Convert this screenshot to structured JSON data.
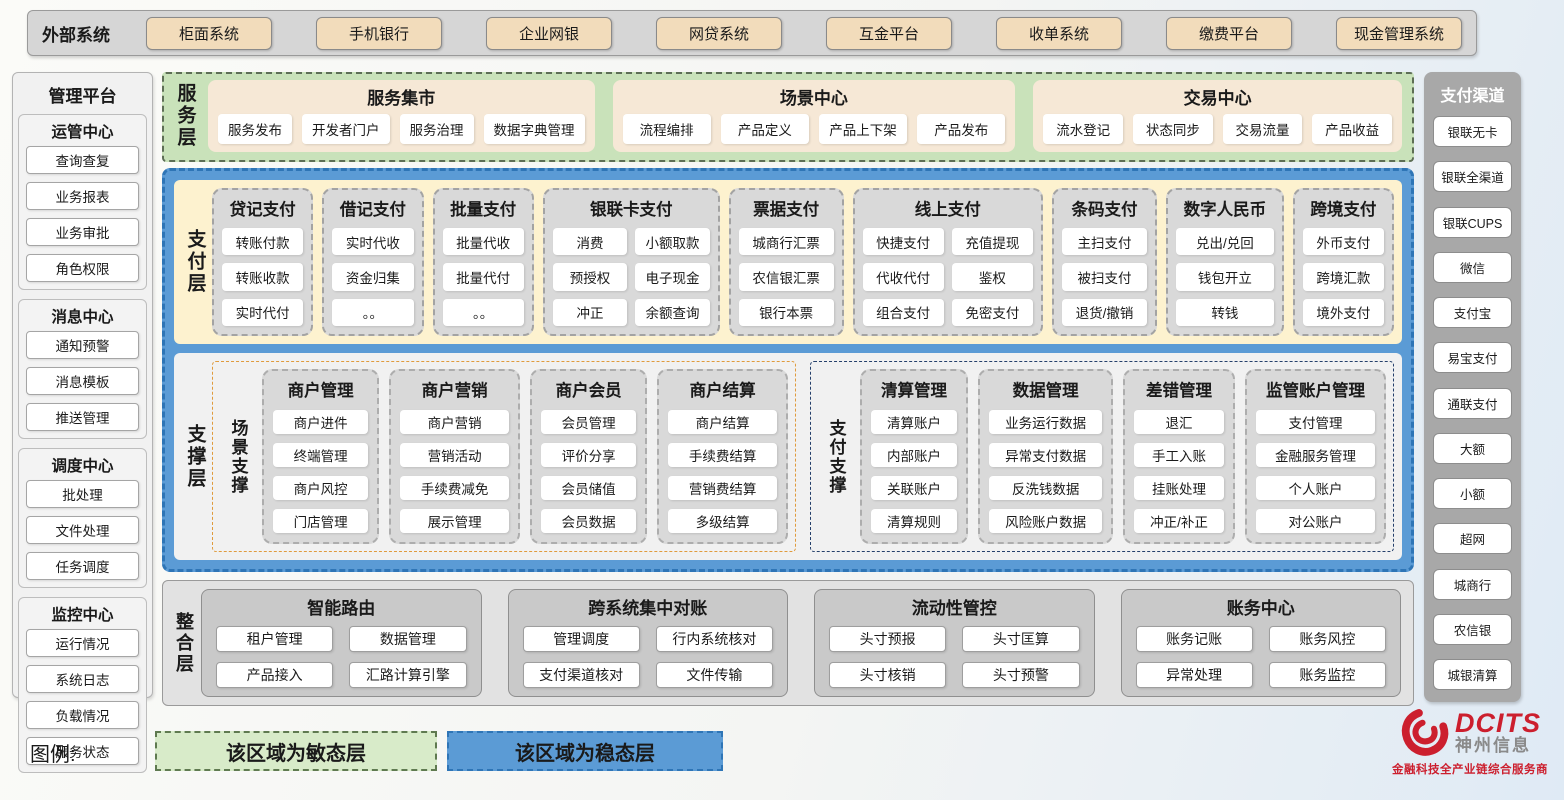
{
  "external_systems": {
    "label": "外部系统",
    "items": [
      "柜面系统",
      "手机银行",
      "企业网银",
      "网贷系统",
      "互金平台",
      "收单系统",
      "缴费平台",
      "现金管理系统"
    ]
  },
  "management_platform": {
    "title": "管理平台",
    "groups": [
      {
        "title": "运管中心",
        "items": [
          "查询查复",
          "业务报表",
          "业务审批",
          "角色权限"
        ]
      },
      {
        "title": "消息中心",
        "items": [
          "通知预警",
          "消息模板",
          "推送管理"
        ]
      },
      {
        "title": "调度中心",
        "items": [
          "批处理",
          "文件处理",
          "任务调度"
        ]
      },
      {
        "title": "监控中心",
        "items": [
          "运行情况",
          "系统日志",
          "负载情况",
          "服务状态"
        ]
      }
    ]
  },
  "service_layer": {
    "label": "服务层",
    "boxes": [
      {
        "title": "服务集市",
        "items": [
          "服务发布",
          "开发者门户",
          "服务治理",
          "数据字典管理"
        ]
      },
      {
        "title": "场景中心",
        "items": [
          "流程编排",
          "产品定义",
          "产品上下架",
          "产品发布"
        ]
      },
      {
        "title": "交易中心",
        "items": [
          "流水登记",
          "状态同步",
          "交易流量",
          "产品收益"
        ]
      }
    ]
  },
  "payment_layer": {
    "label": "支付层",
    "columns": [
      {
        "title": "贷记支付",
        "rows": [
          [
            "转账付款"
          ],
          [
            "转账收款"
          ],
          [
            "实时代付"
          ]
        ]
      },
      {
        "title": "借记支付",
        "rows": [
          [
            "实时代收"
          ],
          [
            "资金归集"
          ],
          [
            "。。"
          ]
        ]
      },
      {
        "title": "批量支付",
        "rows": [
          [
            "批量代收"
          ],
          [
            "批量代付"
          ],
          [
            "。。"
          ]
        ]
      },
      {
        "title": "银联卡支付",
        "rows": [
          [
            "消费",
            "小额取款"
          ],
          [
            "预授权",
            "电子现金"
          ],
          [
            "冲正",
            "余额查询"
          ]
        ]
      },
      {
        "title": "票据支付",
        "rows": [
          [
            "城商行汇票"
          ],
          [
            "农信银汇票"
          ],
          [
            "银行本票"
          ]
        ]
      },
      {
        "title": "线上支付",
        "rows": [
          [
            "快捷支付",
            "充值提现"
          ],
          [
            "代收代付",
            "鉴权"
          ],
          [
            "组合支付",
            "免密支付"
          ]
        ]
      },
      {
        "title": "条码支付",
        "rows": [
          [
            "主扫支付"
          ],
          [
            "被扫支付"
          ],
          [
            "退货/撤销"
          ]
        ]
      },
      {
        "title": "数字人民币",
        "rows": [
          [
            "兑出/兑回"
          ],
          [
            "钱包开立"
          ],
          [
            "转钱"
          ]
        ]
      },
      {
        "title": "跨境支付",
        "rows": [
          [
            "外币支付"
          ],
          [
            "跨境汇款"
          ],
          [
            "境外支付"
          ]
        ]
      }
    ]
  },
  "support_layer": {
    "label": "支撑层",
    "sections": [
      {
        "title": "场景支撑",
        "style": "scene",
        "columns": [
          {
            "title": "商户管理",
            "rows": [
              [
                "商户进件"
              ],
              [
                "终端管理"
              ],
              [
                "商户风控"
              ],
              [
                "门店管理"
              ]
            ]
          },
          {
            "title": "商户营销",
            "rows": [
              [
                "商户营销"
              ],
              [
                "营销活动"
              ],
              [
                "手续费减免"
              ],
              [
                "展示管理"
              ]
            ]
          },
          {
            "title": "商户会员",
            "rows": [
              [
                "会员管理"
              ],
              [
                "评价分享"
              ],
              [
                "会员储值"
              ],
              [
                "会员数据"
              ]
            ]
          },
          {
            "title": "商户结算",
            "rows": [
              [
                "商户结算"
              ],
              [
                "手续费结算"
              ],
              [
                "营销费结算"
              ],
              [
                "多级结算"
              ]
            ]
          }
        ]
      },
      {
        "title": "支付支撑",
        "style": "pay",
        "columns": [
          {
            "title": "清算管理",
            "rows": [
              [
                "清算账户"
              ],
              [
                "内部账户"
              ],
              [
                "关联账户"
              ],
              [
                "清算规则"
              ]
            ]
          },
          {
            "title": "数据管理",
            "rows": [
              [
                "业务运行数据"
              ],
              [
                "异常支付数据"
              ],
              [
                "反洗钱数据"
              ],
              [
                "风险账户数据"
              ]
            ]
          },
          {
            "title": "差错管理",
            "rows": [
              [
                "退汇"
              ],
              [
                "手工入账"
              ],
              [
                "挂账处理"
              ],
              [
                "冲正/补正"
              ]
            ]
          },
          {
            "title": "监管账户管理",
            "rows": [
              [
                "支付管理"
              ],
              [
                "金融服务管理"
              ],
              [
                "个人账户"
              ],
              [
                "对公账户"
              ]
            ]
          }
        ]
      }
    ]
  },
  "integration_layer": {
    "label": "整合层",
    "boxes": [
      {
        "title": "智能路由",
        "rows": [
          [
            "租户管理",
            "数据管理"
          ],
          [
            "产品接入",
            "汇路计算引擎"
          ]
        ]
      },
      {
        "title": "跨系统集中对账",
        "rows": [
          [
            "管理调度",
            "行内系统核对"
          ],
          [
            "支付渠道核对",
            "文件传输"
          ]
        ]
      },
      {
        "title": "流动性管控",
        "rows": [
          [
            "头寸预报",
            "头寸匡算"
          ],
          [
            "头寸核销",
            "头寸预警"
          ]
        ]
      },
      {
        "title": "账务中心",
        "rows": [
          [
            "账务记账",
            "账务风控"
          ],
          [
            "异常处理",
            "账务监控"
          ]
        ]
      }
    ]
  },
  "payment_channels": {
    "title": "支付渠道",
    "items": [
      "银联无卡",
      "银联全渠道",
      "银联CUPS",
      "微信",
      "支付宝",
      "易宝支付",
      "通联支付",
      "大额",
      "小额",
      "超网",
      "城商行",
      "农信银",
      "城银清算"
    ]
  },
  "legend": {
    "label": "图例:",
    "agile": "该区域为敏态层",
    "stable": "该区域为稳态层"
  },
  "logo": {
    "brand": "DCITS",
    "company": "神州信息",
    "tagline": "金融科技全产业链综合服务商"
  },
  "colors": {
    "agile_green": "#c9e2ba",
    "stable_blue": "#5b9bd5",
    "stable_border": "#2e75b6",
    "payment_yellow": "#fdf2cf",
    "external_tan": "#f2dcbb",
    "brand_red": "#cc1f2e"
  }
}
